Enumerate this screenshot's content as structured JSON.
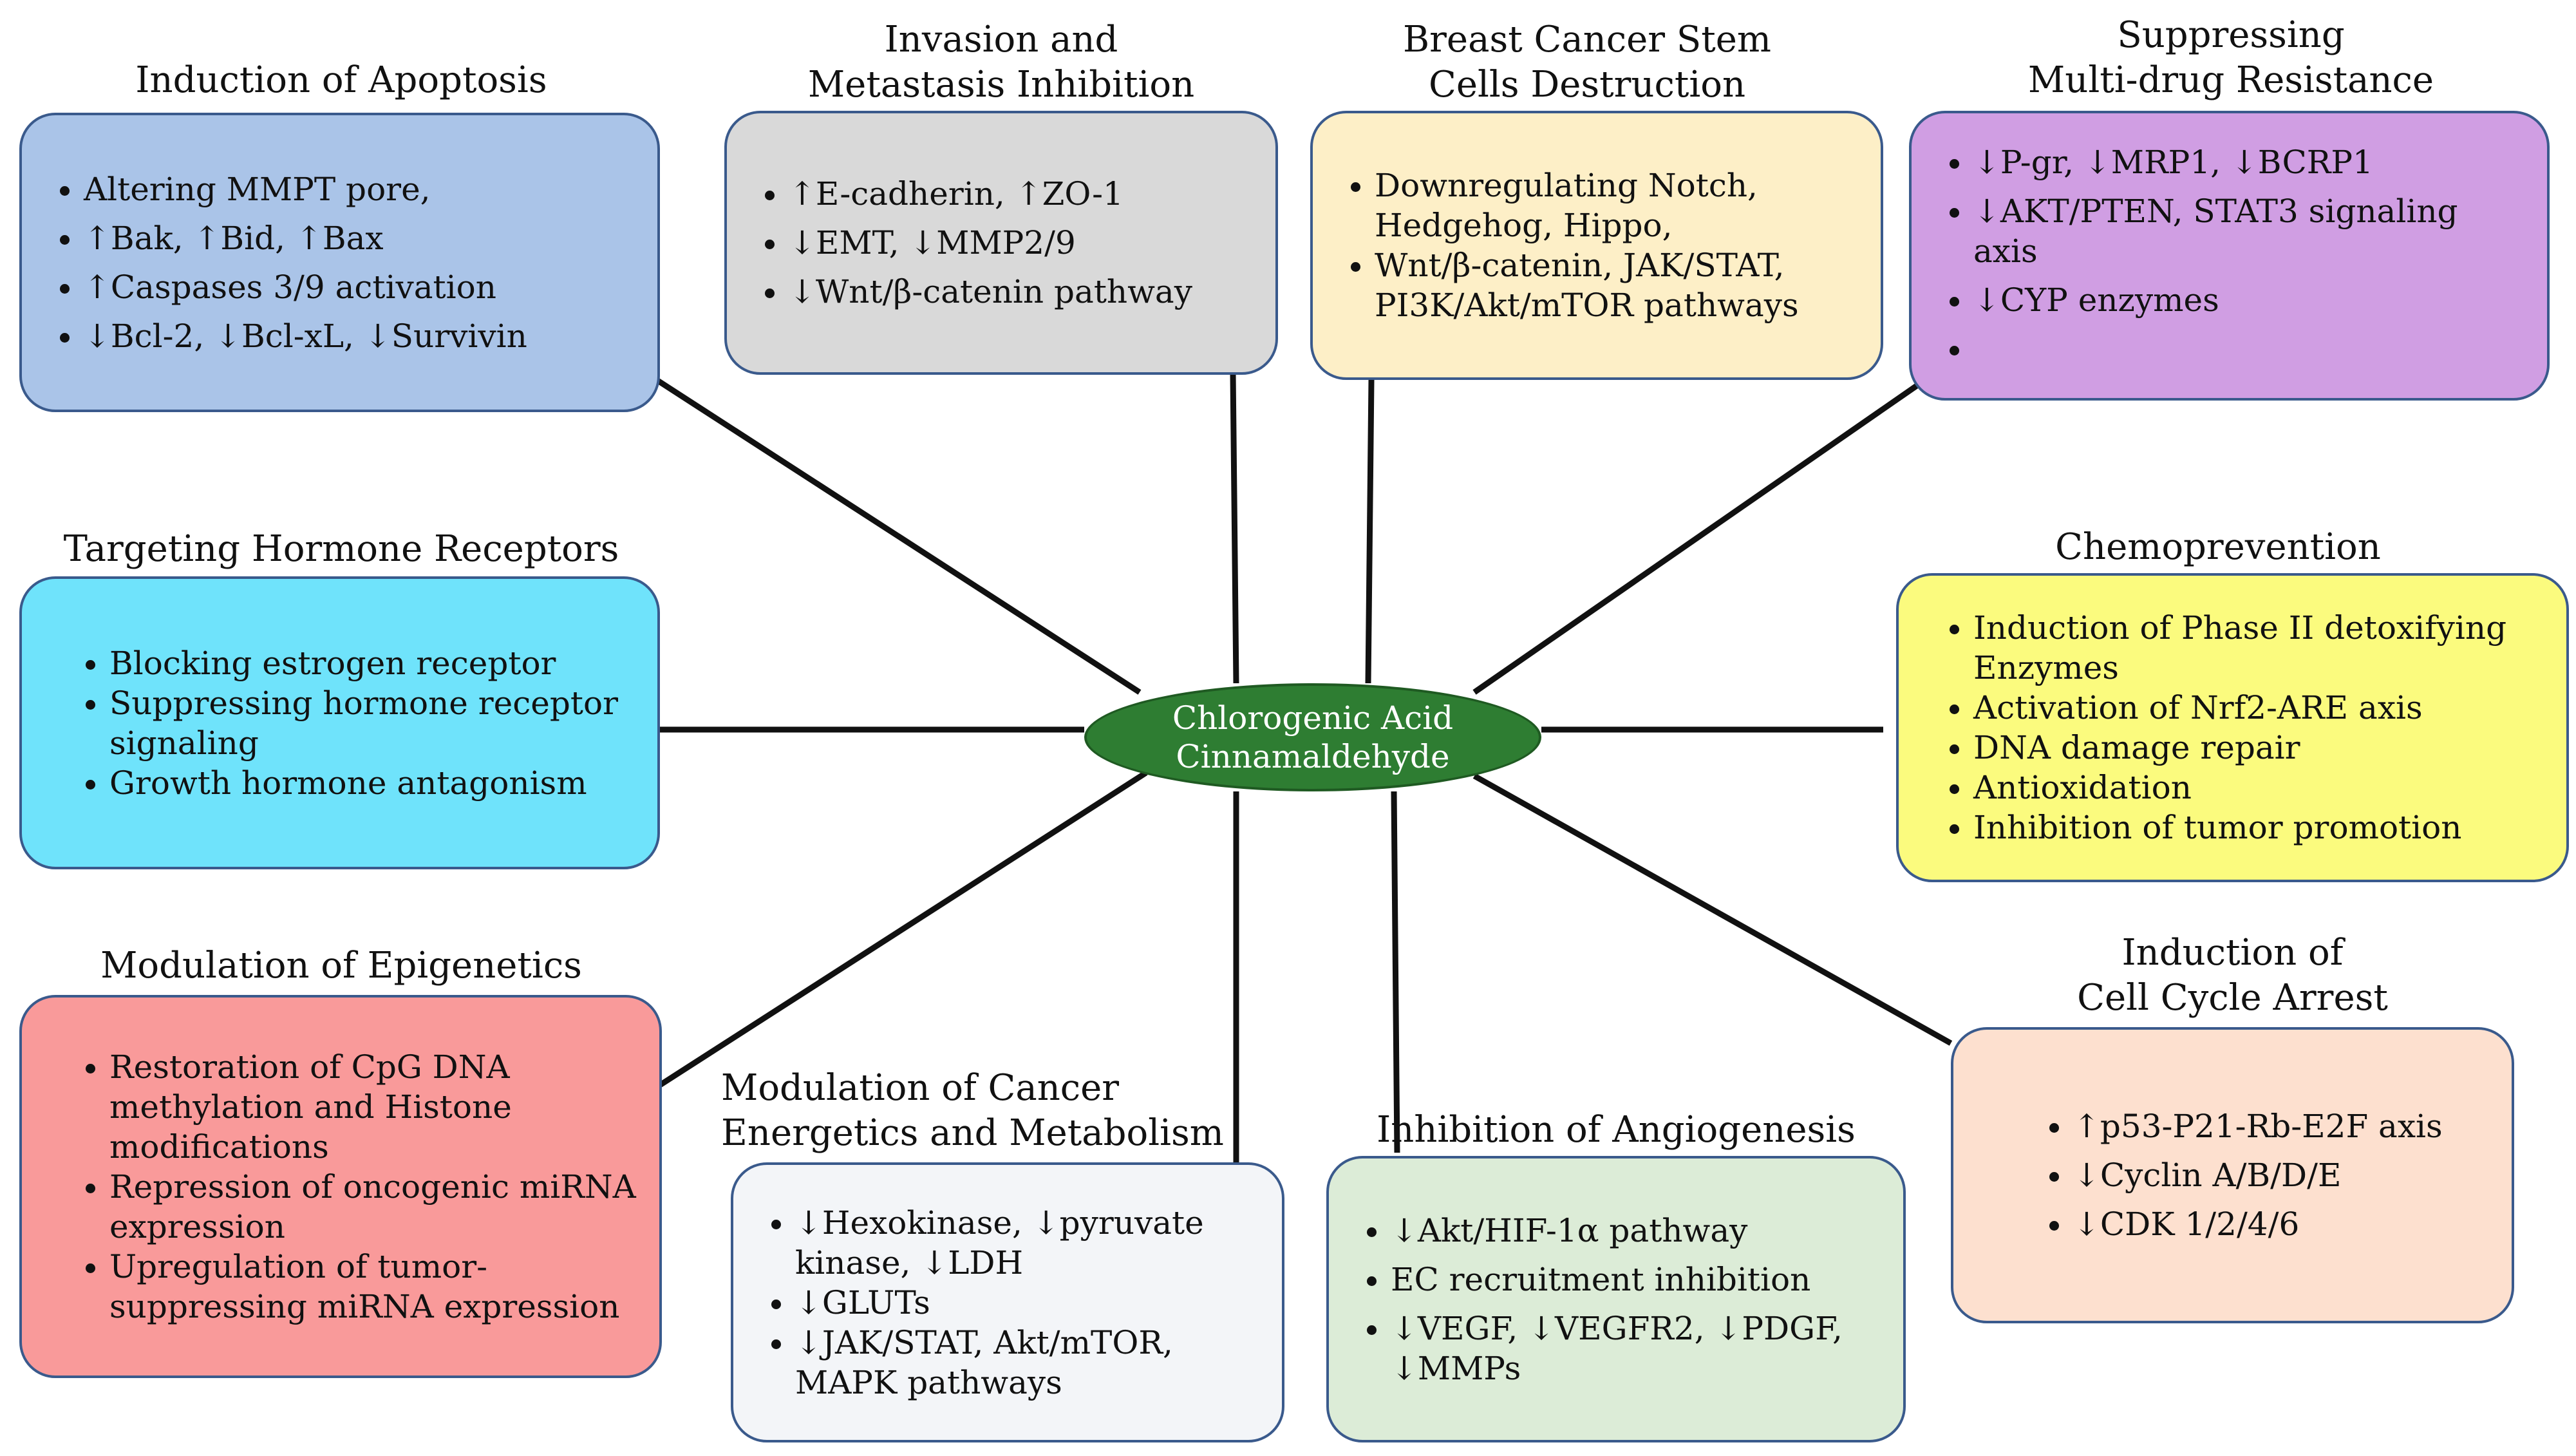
{
  "center": {
    "line1": "Chlorogenic Acid",
    "line2": "Cinnamaldehyde",
    "color": "#2e7d32"
  },
  "nodes": [
    {
      "id": "apoptosis",
      "title": [
        "Induction of Apoptosis"
      ],
      "color": "#aac4e8",
      "items": [
        "Altering MMPT pore,",
        "↑Bak, ↑Bid, ↑Bax",
        "↑Caspases 3/9 activation",
        "↓Bcl-2, ↓Bcl-xL, ↓Survivin"
      ]
    },
    {
      "id": "invasion",
      "title": [
        "Invasion and",
        "Metastasis Inhibition"
      ],
      "color": "#d9d9d9",
      "items": [
        "↑E-cadherin, ↑ZO-1",
        "↓EMT, ↓MMP2/9",
        "↓Wnt/β-catenin pathway"
      ]
    },
    {
      "id": "stem-cells",
      "title": [
        "Breast Cancer Stem",
        "Cells Destruction"
      ],
      "color": "#fdefc7",
      "items": [
        "Downregulating Notch, Hedgehog, Hippo,",
        "Wnt/β-catenin, JAK/STAT, PI3K/Akt/mTOR pathways"
      ]
    },
    {
      "id": "mdr",
      "title": [
        "Suppressing",
        "Multi-drug Resistance"
      ],
      "color": "#d09ee3",
      "items": [
        "↓P-gr, ↓MRP1, ↓BCRP1",
        "↓AKT/PTEN, STAT3 signaling axis",
        "↓CYP enzymes",
        ""
      ]
    },
    {
      "id": "hormone",
      "title": [
        "Targeting Hormone Receptors"
      ],
      "color": "#6fe3fb",
      "items": [
        "Blocking estrogen receptor",
        "Suppressing hormone receptor signaling",
        "Growth hormone antagonism"
      ]
    },
    {
      "id": "chemoprevention",
      "title": [
        "Chemoprevention"
      ],
      "color": "#fbfb7e",
      "items": [
        "Induction of Phase II detoxifying Enzymes",
        "Activation of Nrf2-ARE axis",
        "DNA damage repair",
        "Antioxidation",
        "Inhibition of tumor promotion"
      ]
    },
    {
      "id": "epigenetics",
      "title": [
        "Modulation of Epigenetics"
      ],
      "color": "#f99a9a",
      "items": [
        "Restoration of CpG DNA methylation and Histone modifications",
        "Repression of oncogenic miRNA expression",
        "Upregulation of tumor-suppressing miRNA expression"
      ]
    },
    {
      "id": "metabolism",
      "title": [
        "Modulation of Cancer",
        "Energetics and Metabolism"
      ],
      "color": "#f3f5f8",
      "items": [
        "↓Hexokinase, ↓pyruvate kinase, ↓LDH",
        "↓GLUTs",
        "↓JAK/STAT, Akt/mTOR, MAPK pathways"
      ]
    },
    {
      "id": "angiogenesis",
      "title": [
        "Inhibition of Angiogenesis"
      ],
      "color": "#dcecd7",
      "items": [
        "↓Akt/HIF-1α pathway",
        "EC recruitment inhibition",
        "↓VEGF, ↓VEGFR2, ↓PDGF, ↓MMPs"
      ]
    },
    {
      "id": "cell-cycle",
      "title": [
        "Induction of",
        "Cell Cycle Arrest"
      ],
      "color": "#fde0cf",
      "items": [
        "↑p53-P21-Rb-E2F axis",
        "↓Cyclin A/B/D/E",
        "↓CDK 1/2/4/6"
      ]
    }
  ]
}
